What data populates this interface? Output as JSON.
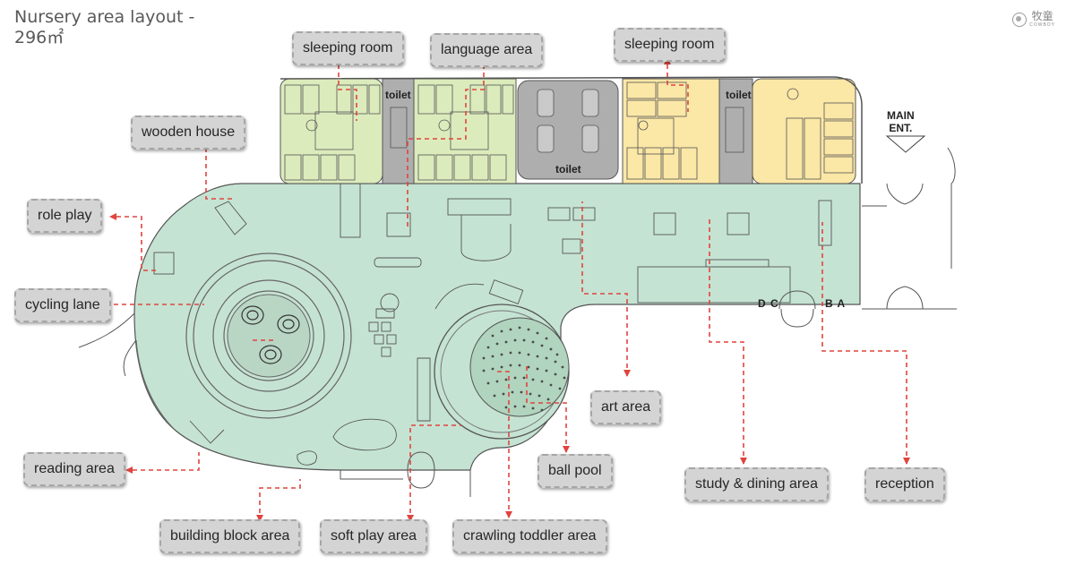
{
  "title": {
    "line1": "Nursery area layout -",
    "line2": "296㎡"
  },
  "logo": {
    "name": "牧童",
    "sub": "COWBOY"
  },
  "entrance": {
    "line1": "MAIN",
    "line2": "ENT."
  },
  "rooms": {
    "toilet_left": "toilet",
    "toilet_center": "toilet",
    "toilet_right": "toilet"
  },
  "door_letters": {
    "dc": "D C",
    "ba": "B A"
  },
  "labels": {
    "sleeping_room_left": "sleeping room",
    "language_area": "language area",
    "sleeping_room_right": "sleeping room",
    "wooden_house": "wooden house",
    "role_play": "role play",
    "cycling_lane": "cycling lane",
    "reading_area": "reading area",
    "building_block_area": "building block area",
    "soft_play_area": "soft play area",
    "crawling_toddler_area": "crawling toddler area",
    "ball_pool": "ball pool",
    "art_area": "art area",
    "study_dining_area": "study & dining area",
    "reception": "reception"
  },
  "colors": {
    "main_floor": "#c5e3d3",
    "green_room": "#dcebbc",
    "yellow_room": "#fbe7a6",
    "grey_room": "#aeaeae",
    "leader_line": "#e0443e"
  }
}
